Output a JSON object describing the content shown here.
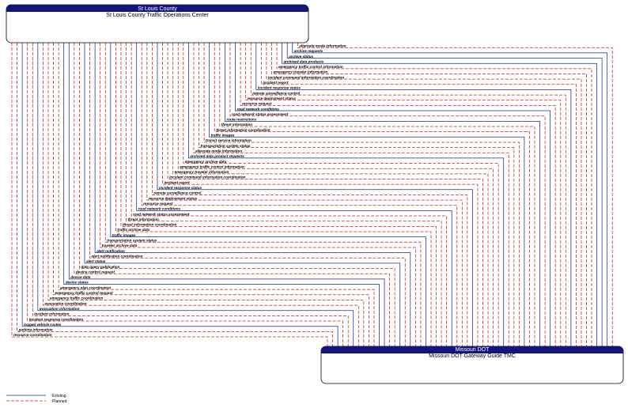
{
  "colors": {
    "existing": "#1f2a8c",
    "planned": "#c21f1f",
    "header": "#14147f"
  },
  "top_element": {
    "name": "St Louis County",
    "subtitle": "St Louis County Traffic Operations Center"
  },
  "bottom_element": {
    "name": "Missouri DOT",
    "subtitle": "Missouri DOT Gateway Guide TMC"
  },
  "legend": {
    "existing": "Existing",
    "planned": "Planned"
  },
  "flows": [
    {
      "label": "alternate mode information",
      "status": "planned"
    },
    {
      "label": "archive requests",
      "status": "existing"
    },
    {
      "label": "archive status",
      "status": "existing"
    },
    {
      "label": "archived data products",
      "status": "existing"
    },
    {
      "label": "emergency traffic control information",
      "status": "planned"
    },
    {
      "label": "emergency traveler information",
      "status": "planned"
    },
    {
      "label": "incident command information coordination",
      "status": "planned"
    },
    {
      "label": "incident report",
      "status": "planned"
    },
    {
      "label": "incident response status",
      "status": "existing"
    },
    {
      "label": "remote surveillance control",
      "status": "planned"
    },
    {
      "label": "resource deployment status",
      "status": "planned"
    },
    {
      "label": "resource request",
      "status": "planned"
    },
    {
      "label": "road network conditions",
      "status": "existing"
    },
    {
      "label": "road network status assessment",
      "status": "planned"
    },
    {
      "label": "route restrictions",
      "status": "existing"
    },
    {
      "label": "threat information",
      "status": "planned"
    },
    {
      "label": "threat information coordination",
      "status": "planned"
    },
    {
      "label": "traffic images",
      "status": "existing"
    },
    {
      "label": "transit service information",
      "status": "planned"
    },
    {
      "label": "transportation system status",
      "status": "planned"
    },
    {
      "label": "alternate mode information",
      "status": "planned"
    },
    {
      "label": "archived data product requests",
      "status": "existing"
    },
    {
      "label": "emergency archive data",
      "status": "planned"
    },
    {
      "label": "emergency traffic control information",
      "status": "planned"
    },
    {
      "label": "emergency traveler information",
      "status": "planned"
    },
    {
      "label": "incident command information coordination",
      "status": "planned"
    },
    {
      "label": "incident report",
      "status": "planned"
    },
    {
      "label": "incident response status",
      "status": "existing"
    },
    {
      "label": "remote surveillance control",
      "status": "planned"
    },
    {
      "label": "resource deployment status",
      "status": "planned"
    },
    {
      "label": "resource request",
      "status": "planned"
    },
    {
      "label": "road network conditions",
      "status": "existing"
    },
    {
      "label": "road network status assessment",
      "status": "planned"
    },
    {
      "label": "threat information",
      "status": "planned"
    },
    {
      "label": "threat information coordination",
      "status": "planned"
    },
    {
      "label": "traffic archive data",
      "status": "planned"
    },
    {
      "label": "traffic images",
      "status": "existing"
    },
    {
      "label": "transportation system status",
      "status": "planned"
    },
    {
      "label": "traveler archive data",
      "status": "planned"
    },
    {
      "label": "alert notification",
      "status": "existing"
    },
    {
      "label": "alert notification coordination",
      "status": "planned"
    },
    {
      "label": "alert status",
      "status": "existing"
    },
    {
      "label": "data query publication",
      "status": "planned"
    },
    {
      "label": "device control request",
      "status": "planned"
    },
    {
      "label": "device data",
      "status": "existing"
    },
    {
      "label": "device status",
      "status": "existing"
    },
    {
      "label": "emergency plan coordination",
      "status": "planned"
    },
    {
      "label": "emergency traffic control request",
      "status": "planned"
    },
    {
      "label": "emergency traffic coordination",
      "status": "planned"
    },
    {
      "label": "evacuation coordination",
      "status": "planned"
    },
    {
      "label": "evacuation information",
      "status": "existing"
    },
    {
      "label": "incident information",
      "status": "planned"
    },
    {
      "label": "incident response coordination",
      "status": "planned"
    },
    {
      "label": "logged vehicle routes",
      "status": "existing"
    },
    {
      "label": "parking information",
      "status": "planned"
    },
    {
      "label": "resource coordination",
      "status": "planned"
    }
  ]
}
